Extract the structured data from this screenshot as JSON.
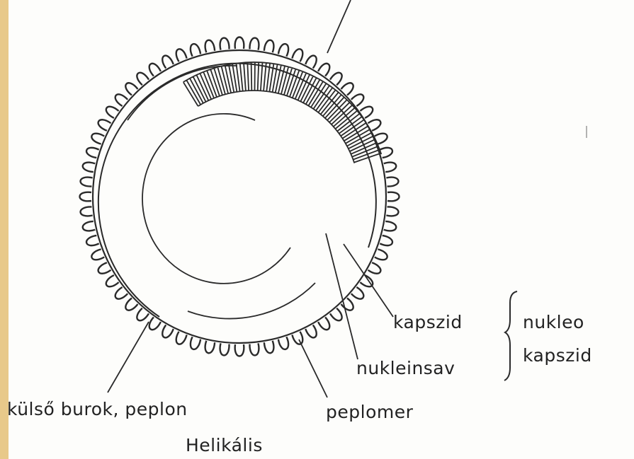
{
  "labels": {
    "kapszid": "kapszid",
    "nukleinsav": "nukleinsav",
    "nukleo": "nukleo",
    "kapszid_group": "kapszid",
    "kulso_burok": "külső burok, peplon",
    "peplomer": "peplomer",
    "title": "Helikális"
  },
  "colors": {
    "ink": "#2a2a2a",
    "edge": "#e8c98a"
  }
}
